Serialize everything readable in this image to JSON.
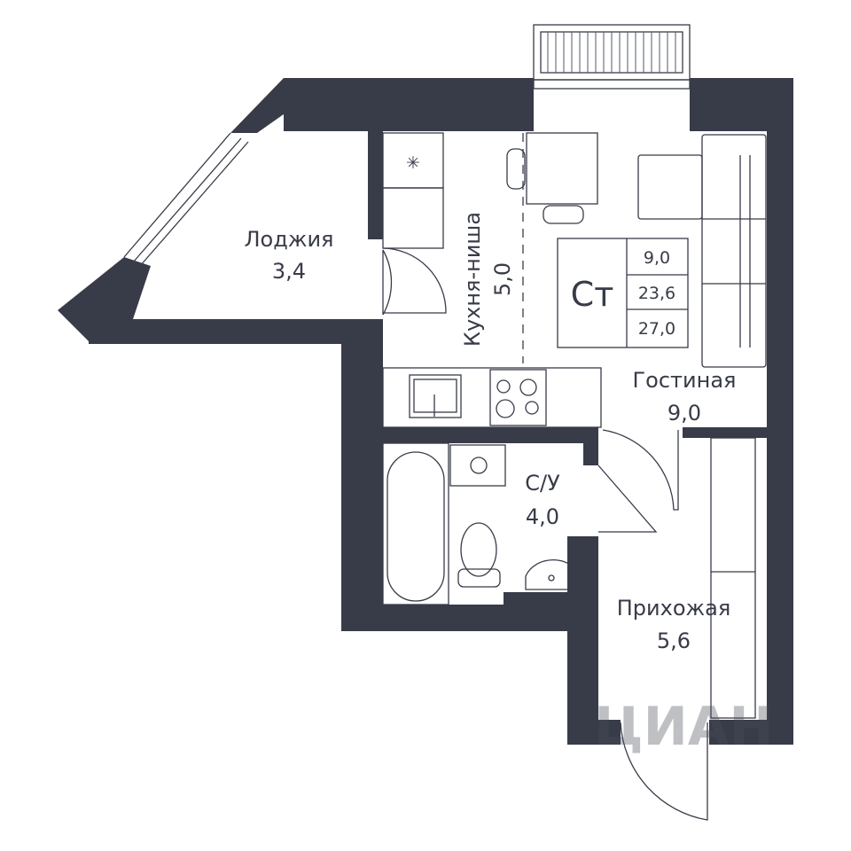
{
  "plan": {
    "rooms": [
      {
        "name": "Лоджия",
        "area": "3,4"
      },
      {
        "name": "Кухня-ниша",
        "area": "5,0"
      },
      {
        "name": "Гостиная",
        "area": "9,0"
      },
      {
        "name": "С/У",
        "area": "4,0"
      },
      {
        "name": "Прихожая",
        "area": "5,6"
      }
    ],
    "summary": {
      "type": "Ст",
      "living_area": "9,0",
      "total_area_no_loggia": "23,6",
      "total_area": "27,0"
    },
    "watermark": "ЦИАН",
    "colors": {
      "wall": "#383b48",
      "background": "#ffffff"
    }
  }
}
